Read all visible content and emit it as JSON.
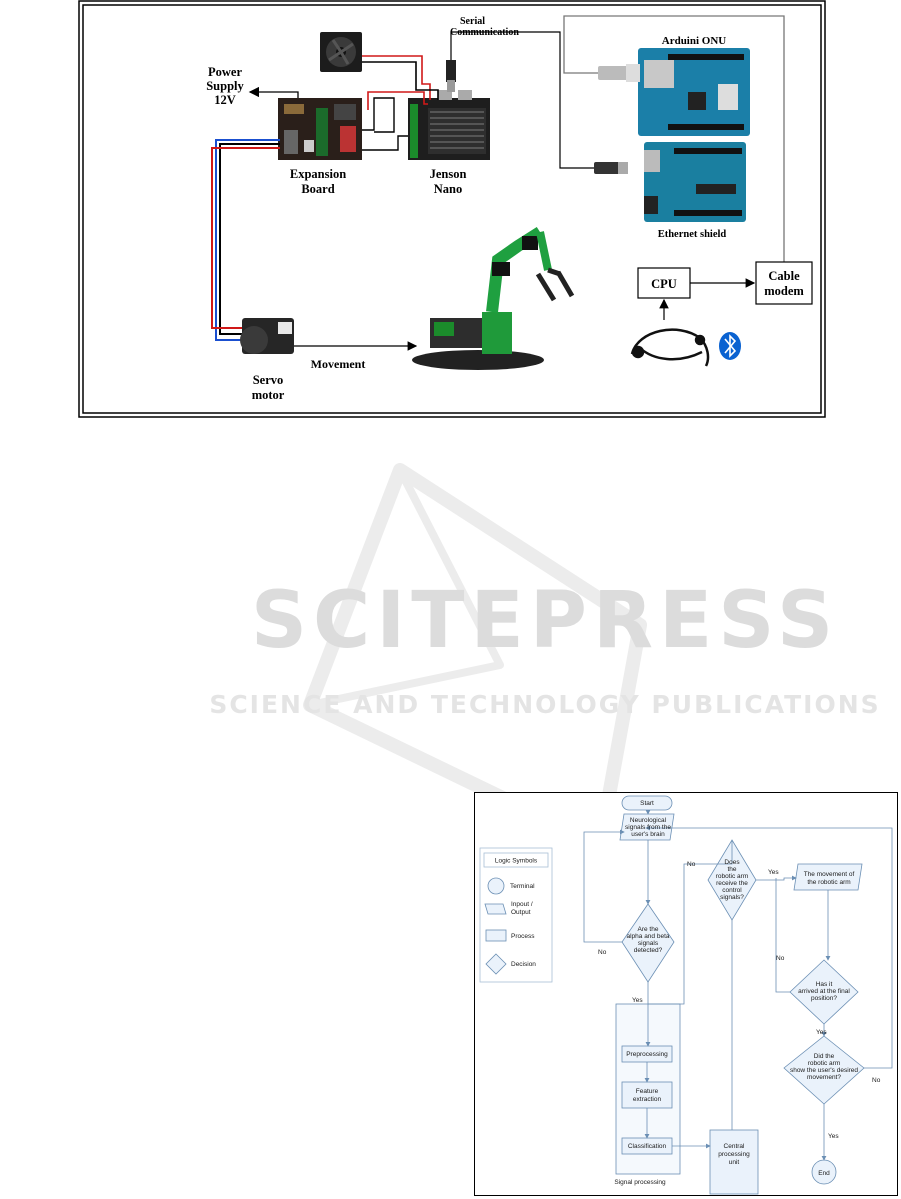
{
  "figure1": {
    "labels": {
      "serial_communication_line1": "Serial",
      "serial_communication_line2": "Communication",
      "arduino": "Arduini ONU",
      "power_line1": "Power",
      "power_line2": "Supply",
      "power_line3": "12V",
      "expansion_line1": "Expansion",
      "expansion_line2": "Board",
      "jetson_line1": "Jenson",
      "jetson_line2": "Nano",
      "ethernet_shield": "Ethernet shield",
      "cpu": "CPU",
      "cable_line1": "Cable",
      "cable_line2": "modem",
      "movement": "Movement",
      "servo_line1": "Servo",
      "servo_line2": "motor"
    },
    "icons": [
      "fan-icon",
      "usb-plug-icon",
      "ethernet-plug-icon",
      "bluetooth-icon",
      "eeg-headset-icon",
      "robotic-arm-icon",
      "servo-icon"
    ]
  },
  "watermark": {
    "title": "SCITEPRESS",
    "subtitle": "SCIENCE AND TECHNOLOGY PUBLICATIONS"
  },
  "figure2": {
    "legend": {
      "title": "Logic Symbols",
      "terminal": "Terminal",
      "io_line1": "Inpout /",
      "io_line2": "Output",
      "process": "Process",
      "decision": "Decision"
    },
    "start": "Start",
    "end": "End",
    "neuro": [
      "Neurological",
      "signals from the",
      "user's brain"
    ],
    "alpha": [
      "Are the",
      "alpha and beta",
      "signals",
      "detected?"
    ],
    "receive": [
      "Does",
      "the",
      "robotic arm",
      "receive the",
      "control",
      "signals?"
    ],
    "movement_io": [
      "The movement of",
      "the  robotic arm"
    ],
    "final": [
      "Has it",
      "arrived at the final",
      "position?"
    ],
    "desired": [
      "Did the",
      "robotic arm",
      "show the user's desired",
      "movement?"
    ],
    "preprocessing": "Preprocessing",
    "feature": [
      "Feature",
      "extraction"
    ],
    "classification": "Classification",
    "signal_processing": "Signal processing",
    "cpu_unit": [
      "Central",
      "processing",
      "unit"
    ],
    "yes": "Yes",
    "no": "No"
  }
}
